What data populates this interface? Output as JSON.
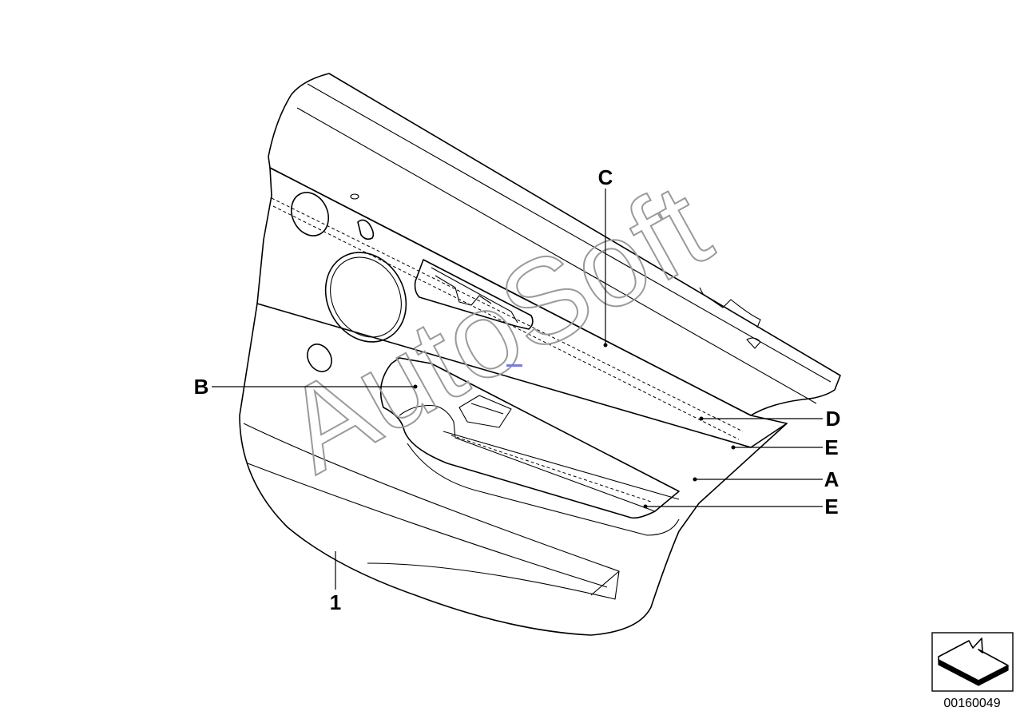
{
  "diagram": {
    "watermark_text": "AutoSoft",
    "callouts": [
      {
        "id": "C",
        "label": "C"
      },
      {
        "id": "B",
        "label": "B"
      },
      {
        "id": "D",
        "label": "D"
      },
      {
        "id": "E1",
        "label": "E"
      },
      {
        "id": "A",
        "label": "A"
      },
      {
        "id": "E2",
        "label": "E"
      },
      {
        "id": "part",
        "label": "1"
      }
    ],
    "reference_number": "00160049",
    "marker_color": "#7b7bd9"
  }
}
